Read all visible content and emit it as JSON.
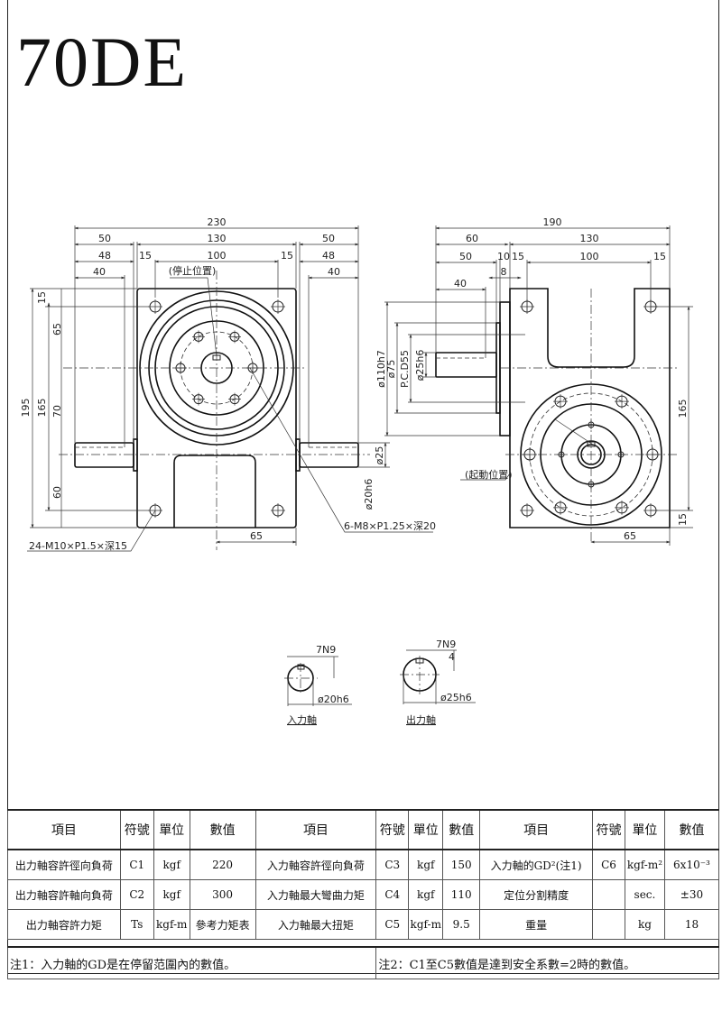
{
  "title": "70DE",
  "front_view": {
    "dims_top": [
      "230",
      "50",
      "130",
      "50",
      "48",
      "15",
      "100",
      "15",
      "48",
      "40",
      "40"
    ],
    "dims_left": [
      "15",
      "65",
      "195",
      "165",
      "70",
      "60"
    ],
    "dims_right": [
      "ø25",
      "ø20h6"
    ],
    "dim_bottom": "65",
    "stop_position": "(停止位置)",
    "callout_tap_holes": "24-M10×P1.5×深15",
    "callout_bolt_holes": "6-M8×P1.25×深20"
  },
  "side_view": {
    "dims_top": [
      "190",
      "60",
      "130",
      "50",
      "10",
      "15",
      "100",
      "15",
      "8",
      "40"
    ],
    "dims_left": [
      "ø110h7",
      "ø75",
      "P.C.D55",
      "ø25h6"
    ],
    "dims_right": [
      "165",
      "15"
    ],
    "dim_bottom": "65",
    "start_position": "(起動位置)"
  },
  "keyways": [
    {
      "key": "7N9",
      "diameter": "ø20h6",
      "label": "入力軸"
    },
    {
      "key": "7N9",
      "depth": "4",
      "diameter": "ø25h6",
      "label": "出力軸"
    }
  ],
  "table": {
    "headers": [
      "項目",
      "符號",
      "單位",
      "數值",
      "項目",
      "符號",
      "單位",
      "數值",
      "項目",
      "符號",
      "單位",
      "數值"
    ],
    "rows": [
      [
        "出力軸容許徑向負荷",
        "C1",
        "kgf",
        "220",
        "入力軸容許徑向負荷",
        "C3",
        "kgf",
        "150",
        "入力軸的GD²(注1)",
        "C6",
        "kgf-m²",
        "6x10⁻³"
      ],
      [
        "出力軸容許軸向負荷",
        "C2",
        "kgf",
        "300",
        "入力軸最大彎曲力矩",
        "C4",
        "kgf",
        "110",
        "定位分割精度",
        "",
        "sec.",
        "±30"
      ],
      [
        "出力軸容許力矩",
        "Ts",
        "kgf-m",
        "參考力矩表",
        "入力軸最大扭矩",
        "C5",
        "kgf-m",
        "9.5",
        "重量",
        "",
        "kg",
        "18"
      ]
    ],
    "note1": "注1：入力軸的GD是在停留范圍內的數值。",
    "note2": "注2：C1至C5數值是達到安全系數=2時的數值。"
  }
}
